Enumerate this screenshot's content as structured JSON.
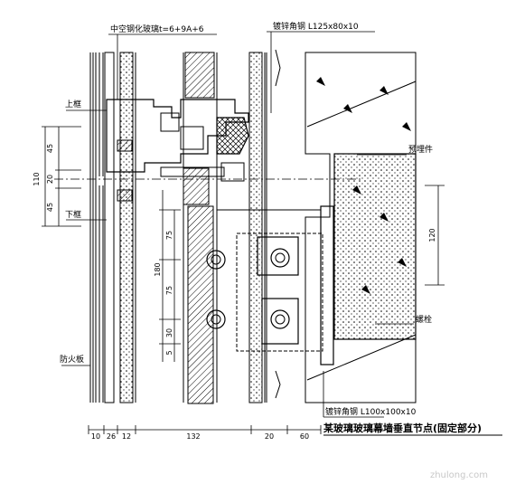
{
  "labels": {
    "top_left": "中空钢化玻璃t=6+9A+6",
    "top_right": "镀锌角钢 L125x80x10",
    "upper_frame": "上框",
    "lower_frame": "下框",
    "embedded_part": "预埋件",
    "bolt": "螺栓",
    "fire_board": "防火板",
    "bottom_right": "镀锌角钢 L100x100x10",
    "title": "某玻璃玻璃幕墙垂直节点(固定部分)"
  },
  "dims_left": {
    "d1": "45",
    "d2": "20",
    "d3": "45",
    "total": "110"
  },
  "dims_mid": {
    "d75a": "75",
    "d180": "180",
    "d75b": "75",
    "d30": "30",
    "d5": "5"
  },
  "dim_right": "120",
  "dims_bottom": {
    "b10": "10",
    "b26": "26",
    "b12": "12",
    "b132": "132",
    "b20": "20",
    "b60": "60"
  },
  "watermark": "zhulong.com"
}
